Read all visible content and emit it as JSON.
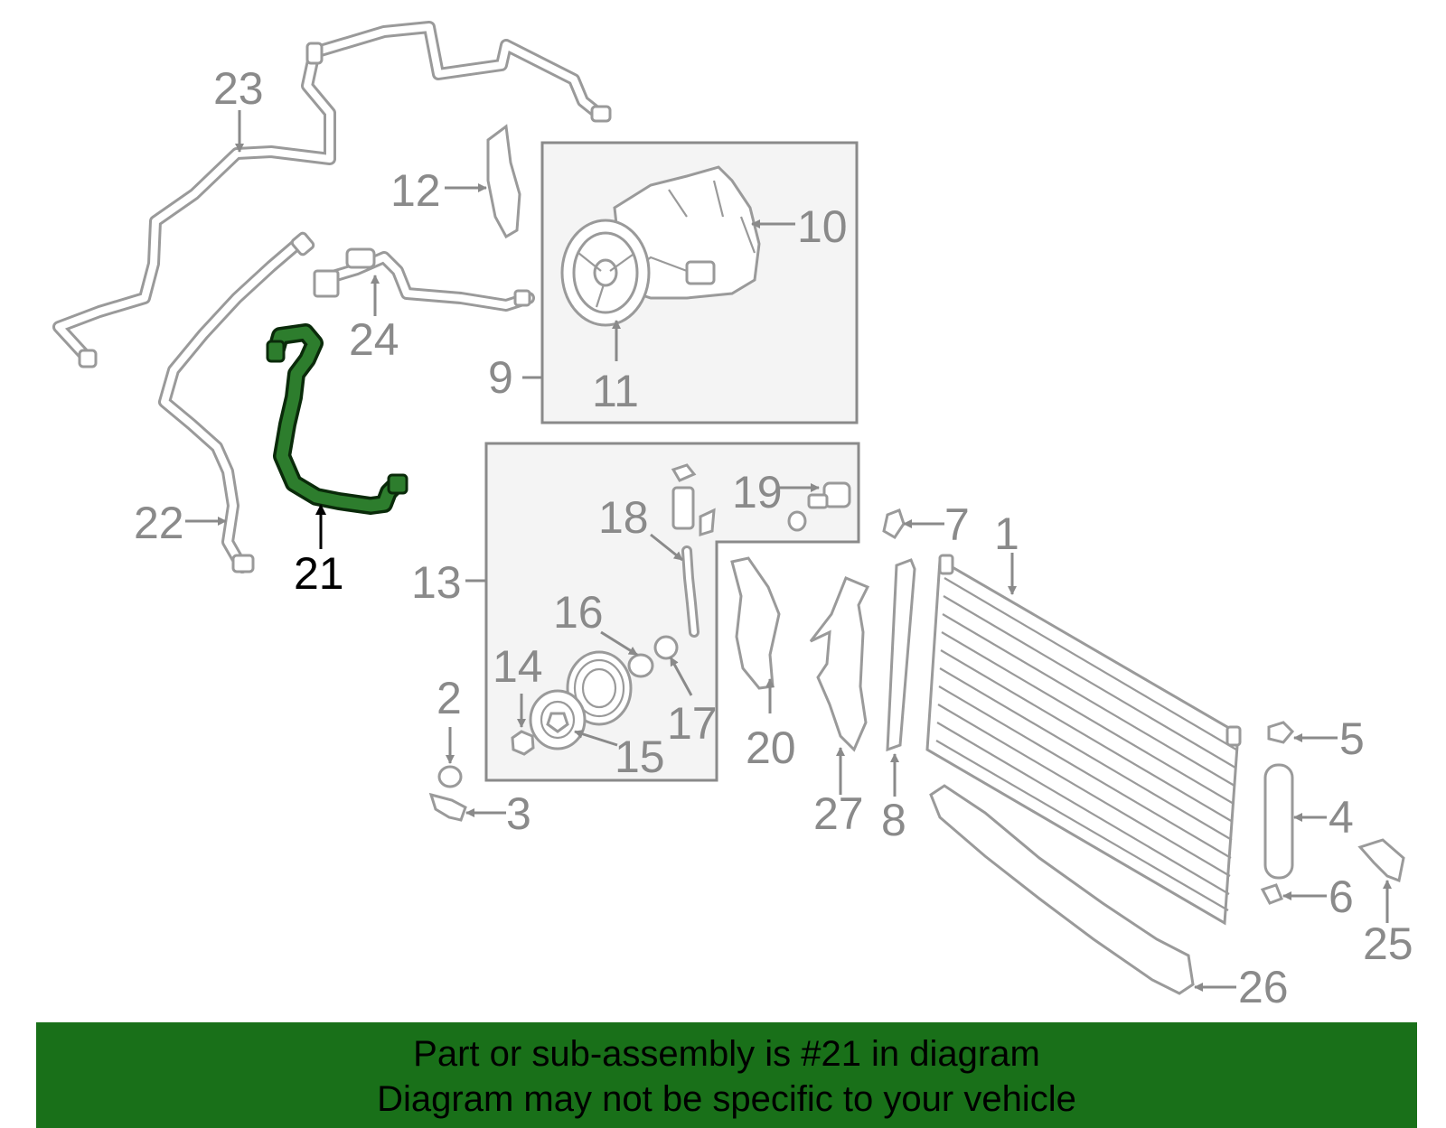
{
  "diagram": {
    "highlight_color": "#197019",
    "highlighted_part": "21",
    "callouts": {
      "c1": "1",
      "c2": "2",
      "c3": "3",
      "c4": "4",
      "c5": "5",
      "c6": "6",
      "c7": "7",
      "c8": "8",
      "c9": "9",
      "c10": "10",
      "c11": "11",
      "c12": "12",
      "c13": "13",
      "c14": "14",
      "c15": "15",
      "c16": "16",
      "c17": "17",
      "c18": "18",
      "c19": "19",
      "c20": "20",
      "c21": "21",
      "c22": "22",
      "c23": "23",
      "c24": "24",
      "c25": "25",
      "c26": "26",
      "c27": "27"
    }
  },
  "banner": {
    "line1": "Part or sub-assembly is #21 in diagram",
    "line2": "Diagram may not be specific to your vehicle",
    "background": "#197019"
  }
}
